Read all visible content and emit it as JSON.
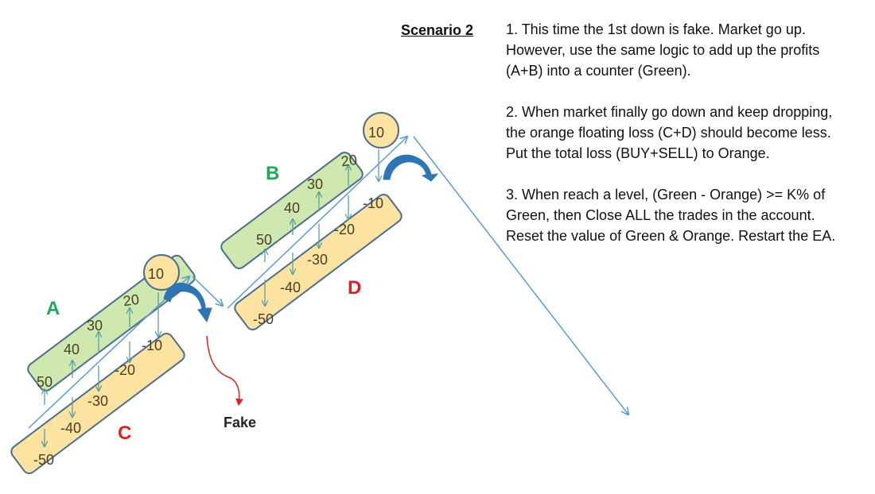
{
  "scenario_title": "Scenario 2",
  "notes": [
    {
      "lines": [
        "1. This time the 1st down is fake. Market go up.",
        "However, use the same logic to add up the profits",
        "(A+B) into a counter (Green)."
      ]
    },
    {
      "lines": [
        "2. When market finally go down and keep dropping,",
        "the orange floating loss (C+D) should become less.",
        "Put the total loss (BUY+SELL) to Orange."
      ]
    },
    {
      "lines": [
        "3. When reach a level, (Green - Orange) >= K% of",
        "Green, then Close ALL the trades in the account.",
        "Reset the value of Green & Orange. Restart the EA."
      ]
    }
  ],
  "diagram": {
    "colors": {
      "green_fill": "#cfe8b0",
      "orange_fill": "#fde3a1",
      "border": "#4b6e8f",
      "line": "#5b9bd5",
      "arrow_big": "#2e75b6",
      "label_green": "#22a85a",
      "label_red": "#e02020",
      "fake_arrow": "#e02020"
    },
    "labels": {
      "A": "A",
      "B": "B",
      "C": "C",
      "D": "D",
      "fake": "Fake"
    },
    "group1": {
      "green_values": [
        "50",
        "40",
        "30",
        "20"
      ],
      "peak_value": "10",
      "orange_values": [
        "-10",
        "-20",
        "-30",
        "-40",
        "-50"
      ]
    },
    "group2": {
      "green_values": [
        "50",
        "40",
        "30",
        "20"
      ],
      "peak_value": "10",
      "orange_values": [
        "-10",
        "-20",
        "-30",
        "-40",
        "-50"
      ]
    }
  }
}
